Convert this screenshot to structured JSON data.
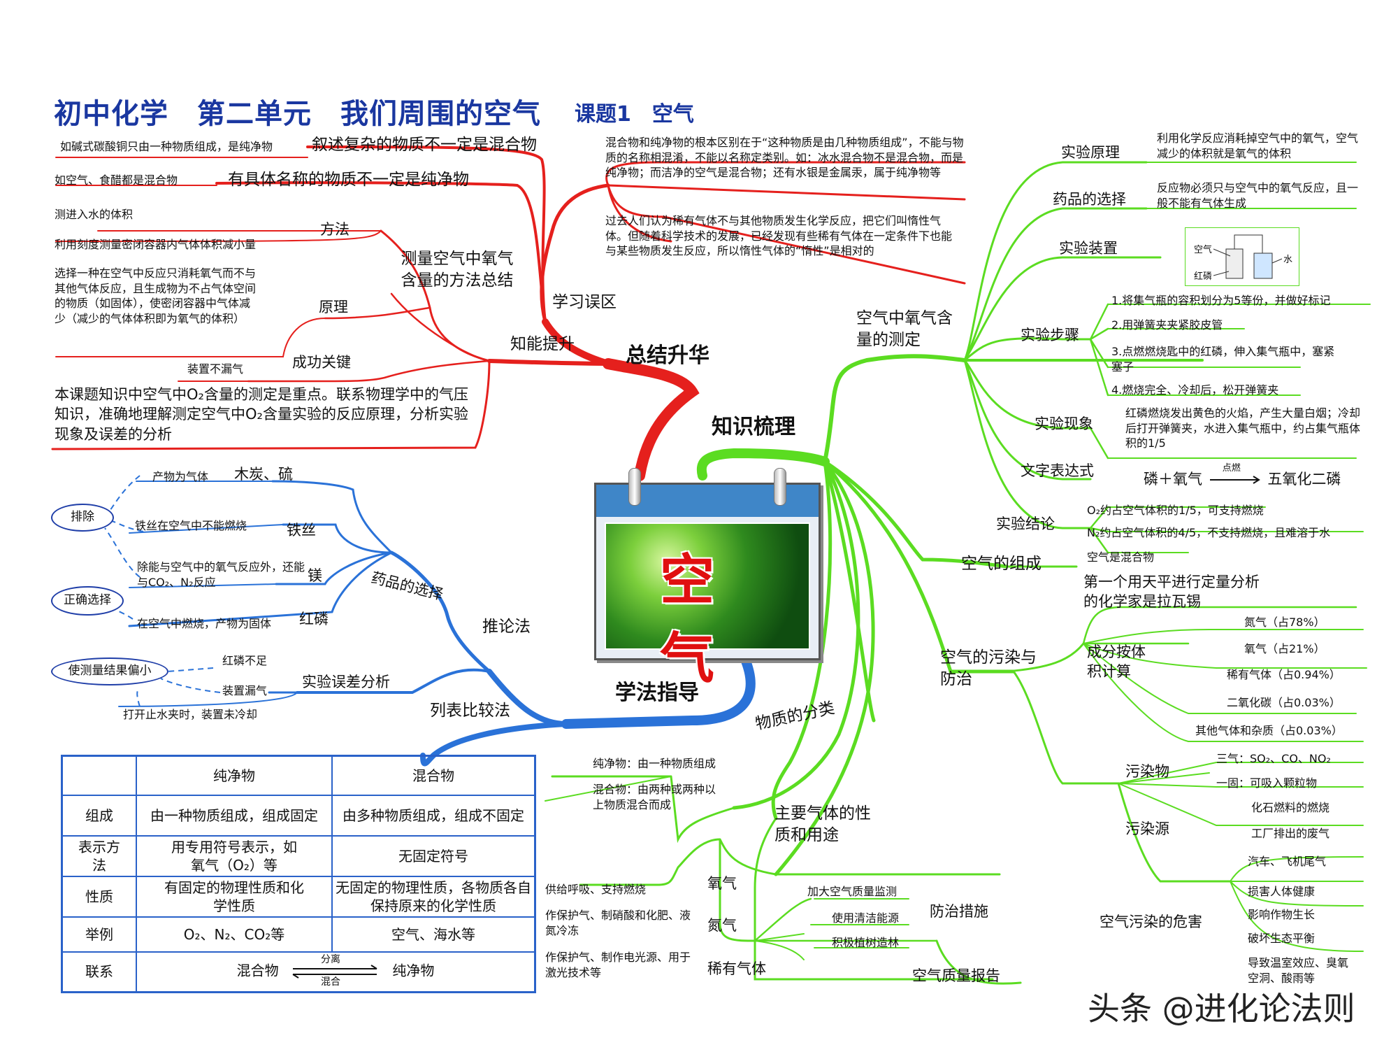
{
  "title": {
    "main": "初中化学　第二单元　我们周围的空气",
    "sub": "课题1　空气"
  },
  "center": {
    "label": "空　气"
  },
  "branches": {
    "summary": "总结升华",
    "knowledge": "知识梳理",
    "method": "学法指导"
  },
  "summary": {
    "mistakes_label": "学习误区",
    "mistake1": "叙述复杂的物质不一定是混合物",
    "mistake1_note": "如碱式碳酸铜只由一种物质组成，是纯净物",
    "mistake2": "有具体名称的物质不一定是纯净物",
    "mistake2_note": "如空气、食醋都是混合物",
    "note_mixture": "混合物和纯净物的根本区别在于“这种物质是由几种物质组成”，不能与物质的名称相混淆，不能以名称定类别。如：冰水混合物不是混合物，而是纯净物；而洁净的空气是混合物；还有水银是金属汞，属于纯净物等",
    "note_noble": "过去人们认为稀有气体不与其他物质发生化学反应，把它们叫惰性气体。但随着科学技术的发展，已经发现有些稀有气体在一定条件下也能与某些物质发生反应，所以惰性气体的“惰性”是相对的",
    "ability_label": "知能提升",
    "measure_label": "测量空气中氧气含量的方法总结",
    "method_label": "方法",
    "method_note1": "测进入水的体积",
    "method_note2": "利用刻度测量密闭容器内气体体积减小量",
    "principle_label": "原理",
    "principle_note": "选择一种在空气中反应只消耗氧气而不与其他气体反应，且生成物为不占气体空间的物质（如固体），使密闭容器中气体减少（减少的气体体积即为氧气的体积）",
    "key_label": "成功关键",
    "key_note": "装置不漏气",
    "focus_note": "本课题知识中空气中O₂含量的测定是重点。联系物理学中的气压知识，准确地理解测定空气中O₂含量实验的反应原理，分析实验现象及误差的分析"
  },
  "method": {
    "inference_label": "推论法",
    "drug_label": "药品的选择",
    "exclude_label": "排除",
    "correct_label": "正确选择",
    "charcoal": "木炭、硫",
    "charcoal_note": "产物为气体",
    "iron": "铁丝",
    "iron_note": "铁丝在空气中不能燃烧",
    "mg": "镁",
    "mg_note": "除能与空气中的氧气反应外，还能与CO₂、N₂反应",
    "p": "红磷",
    "p_note": "在空气中燃烧，产物为固体",
    "error_label": "实验误差分析",
    "low_label": "使测量结果偏小",
    "error1": "红磷不足",
    "error2": "装置漏气",
    "error3": "打开止水夹时，装置未冷却",
    "table_label": "列表比较法"
  },
  "table": {
    "headers": [
      "",
      "纯净物",
      "混合物"
    ],
    "rows": [
      [
        "组成",
        "由一种物质组成，组成固定",
        "由多种物质组成，组成不固定"
      ],
      [
        "表示方法",
        "用专用符号表示，如氧气（O₂）等",
        "无固定符号"
      ],
      [
        "性质",
        "有固定的物理性质和化学性质",
        "无固定的物理性质，各物质各自保持原来的化学性质"
      ],
      [
        "举例",
        "O₂、N₂、CO₂等",
        "空气、海水等"
      ]
    ],
    "link_label": "联系",
    "link_left": "混合物",
    "link_right": "纯净物",
    "arrow_top": "分离",
    "arrow_bottom": "混合"
  },
  "knowledge": {
    "oxygen_measure": "空气中氧气含量的测定",
    "principle": "实验原理",
    "principle_note": "利用化学反应消耗掉空气中的氧气，空气减少的体积就是氧气的体积",
    "drug": "药品的选择",
    "drug_note": "反应物必须只与空气中的氧气反应，且一般不能有气体生成",
    "device": "实验装置",
    "device_labels": {
      "air": "空气",
      "p": "红磷",
      "water": "水"
    },
    "steps": "实验步骤",
    "step1": "1.将集气瓶的容积划分为5等份，并做好标记",
    "step2": "2.用弹簧夹夹紧胶皮管",
    "step3": "3.点燃燃烧匙中的红磷，伸入集气瓶中，塞紧塞子",
    "step4": "4.燃烧完全、冷却后，松开弹簧夹",
    "phenomenon": "实验现象",
    "phenomenon_note": "红磷燃烧发出黄色的火焰，产生大量白烟；冷却后打开弹簧夹，水进入集气瓶中，约占集气瓶体积的1/5",
    "equation_label": "文字表达式",
    "equation_left": "磷＋氧气",
    "equation_cond": "点燃",
    "equation_right": "五氧化二磷",
    "conclusion": "实验结论",
    "conclusion1": "O₂约占空气体积的1/5，可支持燃烧",
    "conclusion2": "N₂约占空气体积的4/5，不支持燃烧，且难溶于水",
    "conclusion3": "空气是混合物",
    "composition": "空气的组成",
    "lavoisier": "第一个用天平进行定量分析的化学家是拉瓦锡",
    "by_volume": "成分按体积计算",
    "comp1": "氮气（占78%）",
    "comp2": "氧气（占21%）",
    "comp3": "稀有气体（占0.94%）",
    "comp4": "二氧化碳（占0.03%）",
    "comp5": "其他气体和杂质（占0.03%）",
    "pollution": "空气的污染与防治",
    "pollutant": "污染物",
    "pollutant1": "三气：SO₂、CO、NO₂",
    "pollutant2": "一固：可吸入颗粒物",
    "source": "污染源",
    "source1": "化石燃料的燃烧",
    "source2": "工厂排出的废气",
    "source3": "汽车、飞机尾气",
    "harm": "空气污染的危害",
    "harm1": "损害人体健康",
    "harm2": "影响作物生长",
    "harm3": "破坏生态平衡",
    "harm4": "导致温室效应、臭氧空洞、酸雨等",
    "prevent": "防治措施",
    "prevent1": "加大空气质量监测",
    "prevent2": "使用清洁能源",
    "prevent3": "积极植树造林",
    "report": "空气质量报告",
    "classify": "物质的分类",
    "pure_def": "纯净物：由一种物质组成",
    "mix_def": "混合物：由两种或两种以上物质混合而成",
    "gases": "主要气体的性质和用途",
    "o2": "氧气",
    "o2_note": "供给呼吸、支持燃烧",
    "n2": "氮气",
    "n2_note": "作保护气、制硝酸和化肥、液氮冷冻",
    "noble": "稀有气体",
    "noble_note": "作保护气、制作电光源、用于激光技术等"
  },
  "watermark": "头条 @进化论法则",
  "colors": {
    "red": "#e5201d",
    "green": "#5bdc21",
    "blue": "#2a72d8",
    "title": "#1a37a0"
  }
}
